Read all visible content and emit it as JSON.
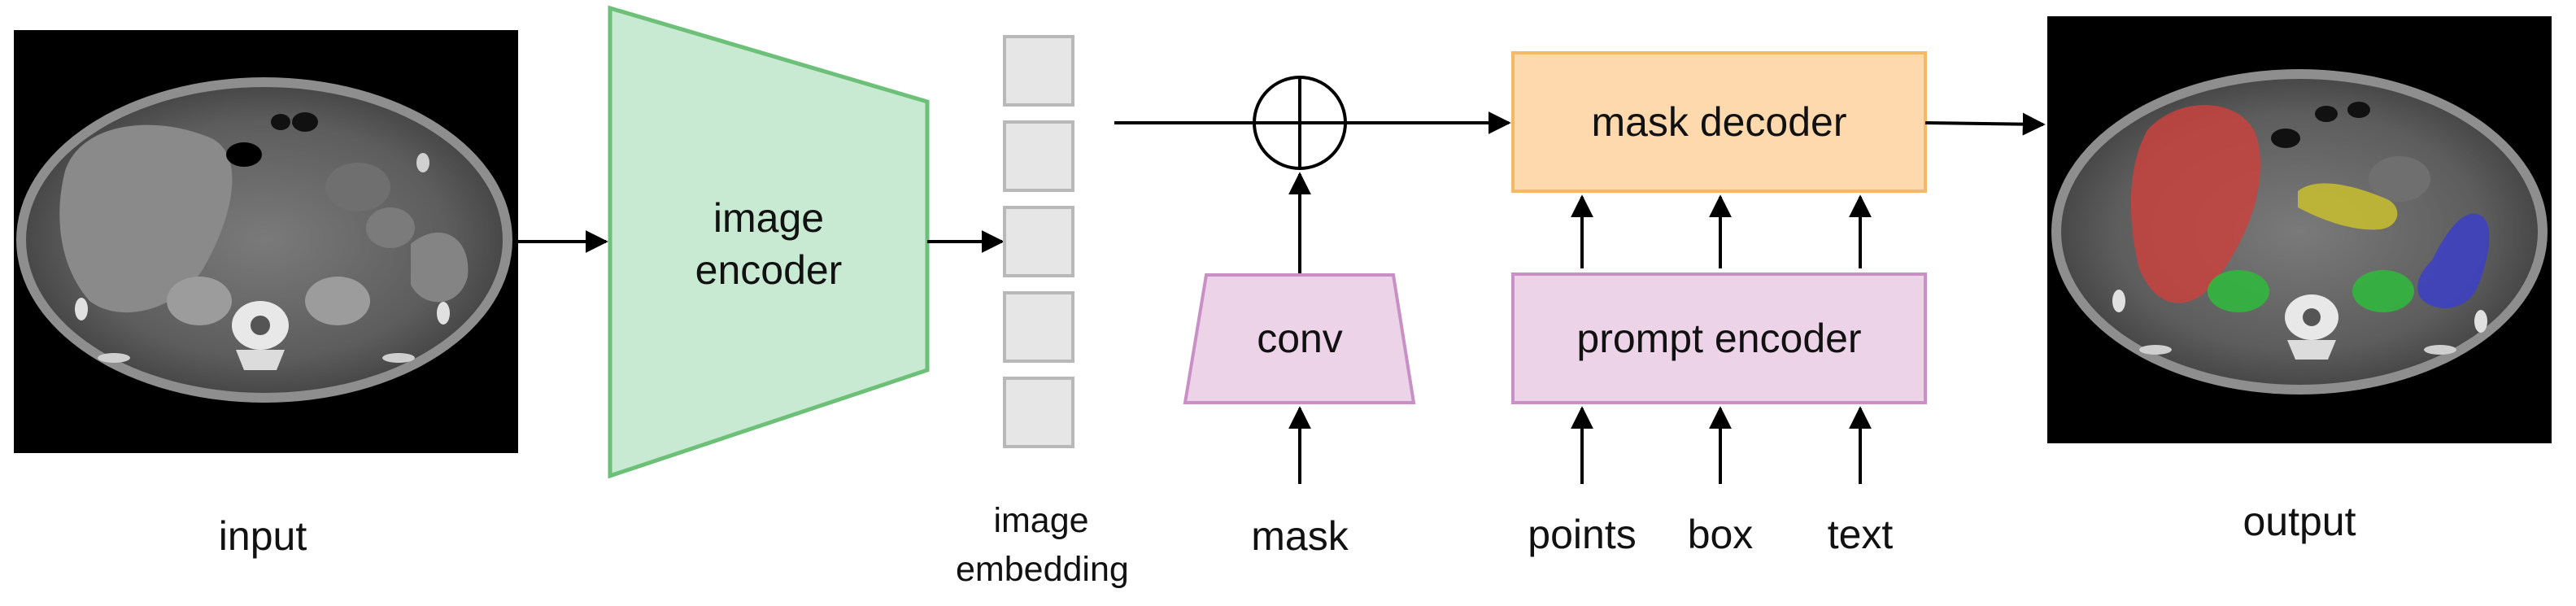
{
  "diagram": {
    "input_label": "input",
    "image_encoder_label": "image\nencoder",
    "image_embedding_label": "image\nembedding",
    "conv_label": "conv",
    "mask_label": "mask",
    "mask_decoder_label": "mask decoder",
    "prompt_encoder_label": "prompt encoder",
    "prompt_inputs": [
      "points",
      "box",
      "text"
    ],
    "output_label": "output"
  },
  "colors": {
    "encoder_fill": "#c8e9d2",
    "encoder_stroke": "#6cc078",
    "embedding_fill": "#e6e6e6",
    "embedding_stroke": "#b8b8b8",
    "conv_fill": "#ecd3e8",
    "conv_stroke": "#c890c4",
    "decoder_fill": "#fed9ae",
    "decoder_stroke": "#f5b867",
    "segment_liver": "#c8423e",
    "segment_pancreas": "#c9c02e",
    "segment_kidney": "#2ebb3c",
    "segment_spleen": "#3b3fc6"
  }
}
